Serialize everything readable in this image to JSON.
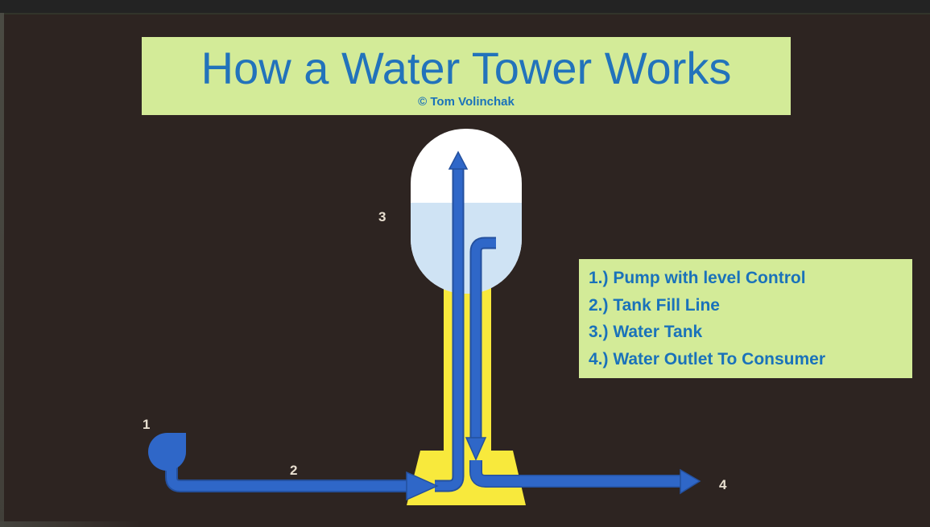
{
  "slide": {
    "title": "How a Water Tower Works",
    "credit": "© Tom Volinchak"
  },
  "legend": {
    "items": [
      "1.) Pump with level Control",
      "2.) Tank Fill Line",
      "3.) Water Tank",
      "4.) Water Outlet To Consumer"
    ]
  },
  "callouts": {
    "pump": "1",
    "fill_line": "2",
    "tank": "3",
    "outlet": "4"
  },
  "colors": {
    "background": "#2d2421",
    "panel_green": "#d3eb98",
    "heading_blue": "#2273bb",
    "pipe_blue": "#2f67c8",
    "pipe_outline": "#24509e",
    "tower_yellow": "#f8e93c",
    "water_blue": "#cfe3f4",
    "tank_white": "#ffffff",
    "callout_text": "#e8dfd0"
  }
}
